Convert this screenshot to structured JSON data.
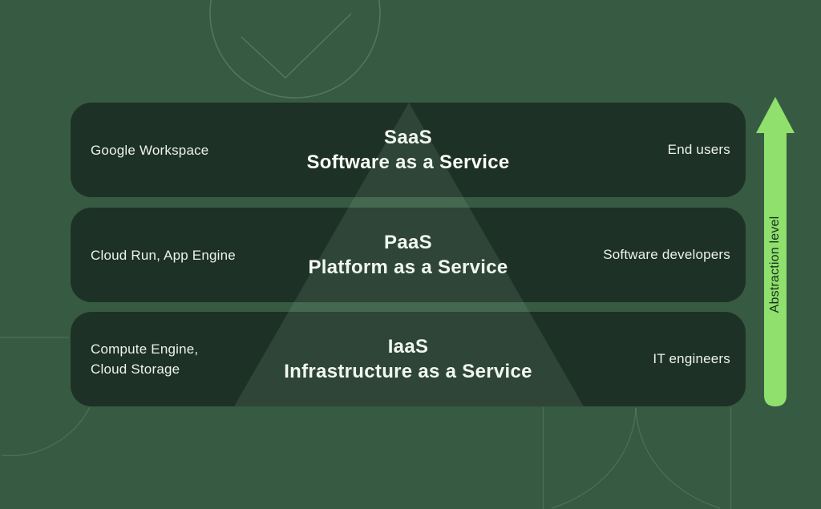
{
  "rows": [
    {
      "id": "saas",
      "left_lines": [
        "Google Workspace"
      ],
      "acronym": "SaaS",
      "name": "Software as a Service",
      "right": "End users"
    },
    {
      "id": "paas",
      "left_lines": [
        "Cloud Run, App Engine"
      ],
      "acronym": "PaaS",
      "name": "Platform as a Service",
      "right": "Software developers"
    },
    {
      "id": "iaas",
      "left_lines": [
        "Compute Engine,",
        "Cloud Storage"
      ],
      "acronym": "IaaS",
      "name": "Infrastructure as a Service",
      "right": "IT engineers"
    }
  ],
  "arrow": {
    "label": "Abstraction level",
    "color": "#8FE06C"
  },
  "colors": {
    "background": "#375B42",
    "card": "#1E3126",
    "triangle_overlay": "#AFD9B5",
    "arrow": "#8FE06C",
    "arrow_label_text": "#16301F"
  },
  "decorations": {
    "check_icon": "✓"
  }
}
